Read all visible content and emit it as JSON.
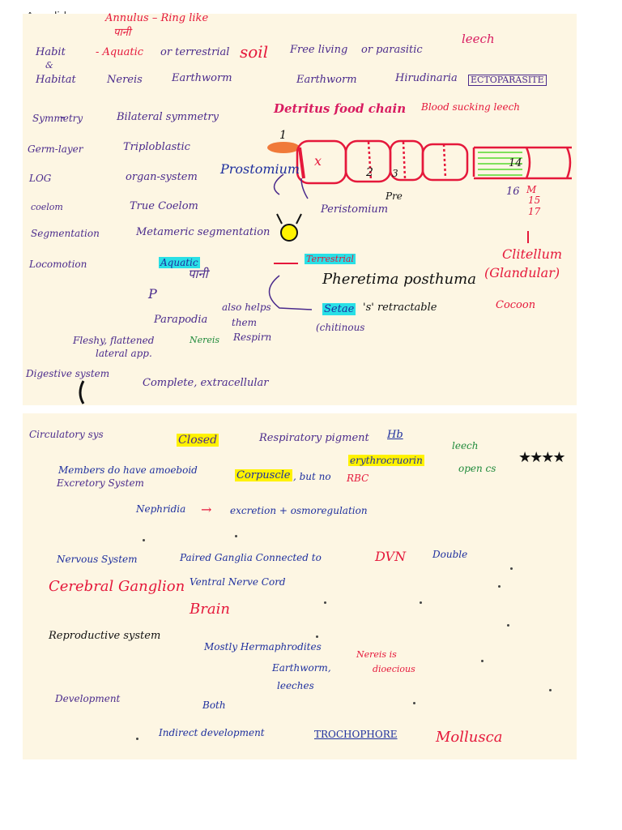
{
  "header": {
    "title": "Annelida"
  },
  "notes": {
    "annulus": "Annulus – Ring like",
    "paani_top": "पानी",
    "habit_label": "Habit",
    "and_label": "&",
    "habitat_label": "Habitat",
    "aquatic": "- Aquatic",
    "or_terrestrial": "or terrestrial",
    "soil": "soil",
    "nereis": "Nereis",
    "earthworm": "Earthworm",
    "free_living": "Free living",
    "or_parasitic": "or parasitic",
    "leech": "leech",
    "earthworm2": "Earthworm",
    "hirudinaria": "Hirudinaria",
    "ectoparasite": "ECTOPARASITE",
    "detritus": "Detritus food chain",
    "blood_sucking": "Blood sucking leech",
    "symmetry_label": "Symmetry",
    "symmetry_value": "Bilateral symmetry",
    "germ_label": "Germ-layer",
    "germ_value": "Triploblastic",
    "log_label": "LOG",
    "log_value": "organ-system",
    "coelom_label": "coelom",
    "coelom_value": "True Coelom",
    "segmentation_label": "Segmentation",
    "segmentation_value": "Metameric segmentation",
    "locomotion_label": "Locomotion",
    "aquatic2": "Aquatic",
    "paani2": "पानी",
    "terrestrial2": "Terrestrial",
    "pheretima": "Pheretima posthuma",
    "p_letter": "P",
    "setae": "Setae",
    "s_retractable": "'s' retractable",
    "chitinous": "(chitinous",
    "parapodia": "Parapodia",
    "also_helps": "also helps",
    "them": "them",
    "nereis2": "Nereis",
    "respiration": "Respirn",
    "fleshy": "Fleshy, flattened",
    "lateral_app": "lateral app.",
    "digestive_label": "Digestive system",
    "digestive_value": "Complete, extracellular",
    "prostomium": "Prostomium",
    "peristomium": "Peristomium",
    "x_mark": "x",
    "seg2": "2",
    "seg3": "3",
    "seg14": "14",
    "seg16": "16",
    "m15": "M",
    "m15b": "15",
    "m17": "17",
    "seg1": "1",
    "pre": "Pre",
    "clitellum": "Clitellum",
    "glandular": "(Glandular)",
    "cocoon": "Cocoon",
    "circ_label": "Circulatory sys",
    "closed": "Closed",
    "resp_pigment": "Respiratory pigment",
    "hb": "Hb",
    "erythrocruorin": "erythrocruorin",
    "leech_open": "leech",
    "open_cs": "open cs",
    "members": "Members do have amoeboid",
    "corpuscle": "Corpuscle",
    "but_no": ", but no",
    "rbc": "RBC",
    "excretory_label": "Excretory System",
    "nephridia": "Nephridia",
    "excretion": "excretion + osmoregulation",
    "nervous_label": "Nervous System",
    "paired_ganglia": "Paired Ganglia Connected to",
    "dvn": "DVN",
    "double": "Double",
    "cerebral": "Cerebral Ganglion",
    "ventral": "Ventral Nerve Cord",
    "brain": "Brain",
    "repro_label": "Reproductive system",
    "mostly_herm": "Mostly Hermaphrodites",
    "earthworm3": "Earthworm,",
    "leeches": "leeches",
    "nereis_dioecious": "Nereis is",
    "dioecious": "dioecious",
    "development_label": "Development",
    "both": "Both",
    "indirect": "Indirect development",
    "trochophore": "TROCHOPHORE",
    "mollusca": "Mollusca"
  },
  "colors": {
    "panel_bg": "#fdf6e3",
    "purple": "#4a2a8c",
    "blue": "#1e2f9e",
    "red": "#e5183b",
    "green": "#1f8a3b",
    "cyan_highlight": "#29e0e6",
    "yellow_highlight": "#fff200"
  }
}
